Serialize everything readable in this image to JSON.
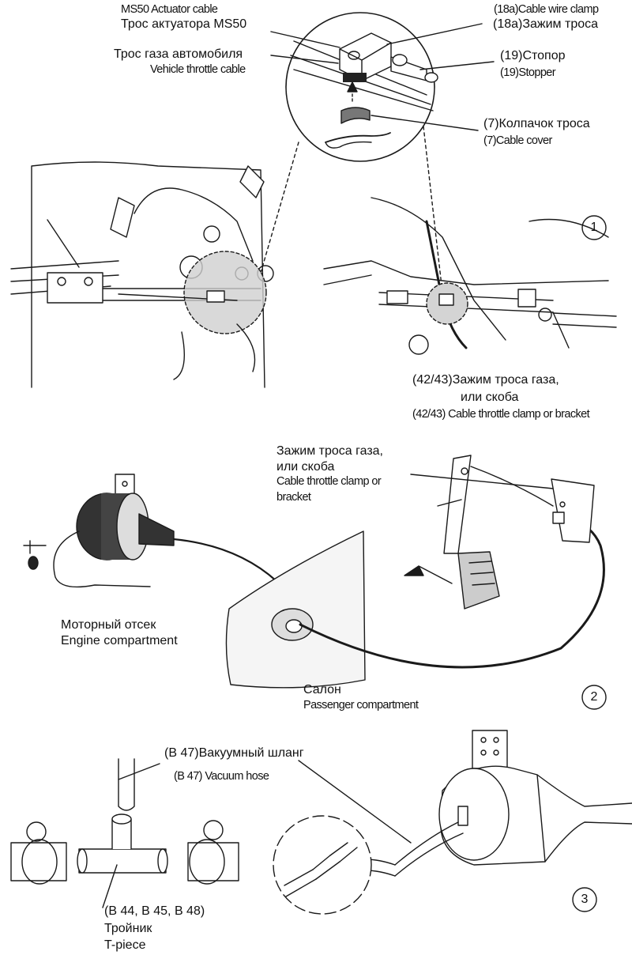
{
  "panel1": {
    "number": "1",
    "ms50_cable_en": "MS50 Actuator cable",
    "ms50_cable_ru": "Трос актуатора MS50",
    "vehicle_cable_ru": "Трос газа автомобиля",
    "vehicle_cable_en": "Vehicle throttle cable",
    "wire_clamp_en": "(18a)Cable wire clamp",
    "wire_clamp_ru": "(18a)Зажим троса",
    "stopper_ru": "(19)Стопор",
    "stopper_en": "(19)Stopper",
    "cable_cover_ru": "(7)Колпачок троса",
    "cable_cover_en": "(7)Cable cover",
    "throttle_clamp_ru_1": "(42/43)Зажим троса газа,",
    "throttle_clamp_ru_2": "или скоба",
    "throttle_clamp_en": "(42/43) Cable throttle clamp or bracket"
  },
  "panel2": {
    "number": "2",
    "clamp_ru_1": "Зажим троса газа,",
    "clamp_ru_2": "или скоба",
    "clamp_en_1": "Cable throttle clamp or",
    "clamp_en_2": "bracket",
    "engine_ru": "Моторный отсек",
    "engine_en": "Engine compartment",
    "passenger_ru": "Салон",
    "passenger_en": "Passenger compartment"
  },
  "panel3": {
    "number": "3",
    "hose_ru": "(B 47)Вакуумный шланг",
    "hose_en": "(B 47) Vacuum hose",
    "tpiece_codes": "(B 44, B 45, B 48)",
    "tpiece_ru": "Тройник",
    "tpiece_en": "T-piece"
  }
}
